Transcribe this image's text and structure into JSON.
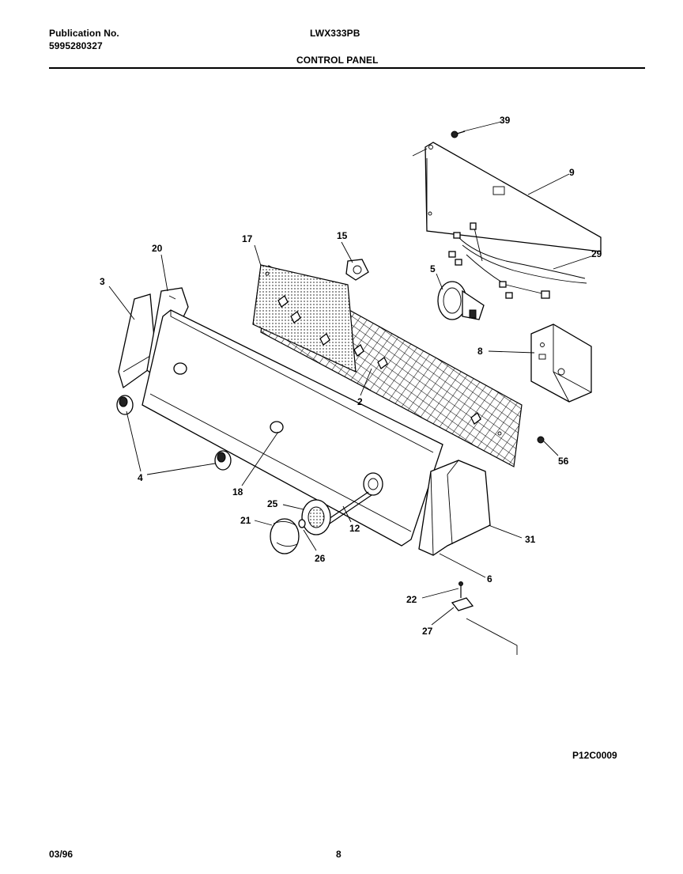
{
  "header": {
    "publication_label": "Publication No.",
    "publication_number": "5995280327",
    "model": "LWX333PB",
    "section_title": "CONTROL PANEL"
  },
  "callouts": {
    "c39": "39",
    "c9": "9",
    "c29": "29",
    "c15": "15",
    "c17": "17",
    "c20": "20",
    "c3": "3",
    "c5": "5",
    "c8": "8",
    "c2": "2",
    "c56": "56",
    "c4": "4",
    "c18": "18",
    "c25": "25",
    "c21": "21",
    "c12": "12",
    "c26": "26",
    "c31": "31",
    "c6": "6",
    "c22": "22",
    "c27": "27"
  },
  "figure_code": "P12C0009",
  "footer": {
    "date": "03/96",
    "page": "8"
  }
}
